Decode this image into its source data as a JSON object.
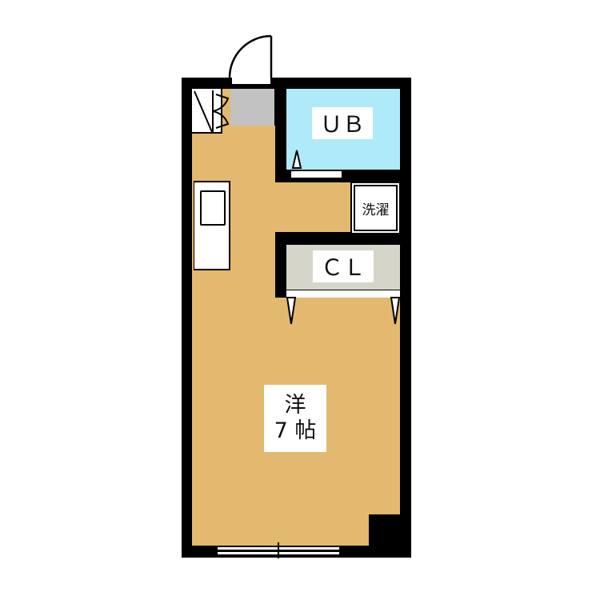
{
  "floorplan": {
    "colors": {
      "wall": "#000000",
      "floor_western": "#e2b96e",
      "unit_bath": "#aeeaf7",
      "closet": "#d5d5c9",
      "entrance": "#c2c2c2",
      "fixture": "#ffffff"
    },
    "rooms": {
      "unit_bath": {
        "label": "ＵＢ"
      },
      "washer": {
        "label": "洗濯"
      },
      "closet": {
        "label": "ＣＬ"
      },
      "main_room": {
        "type_label": "洋",
        "size_label": "7 帖"
      }
    }
  }
}
